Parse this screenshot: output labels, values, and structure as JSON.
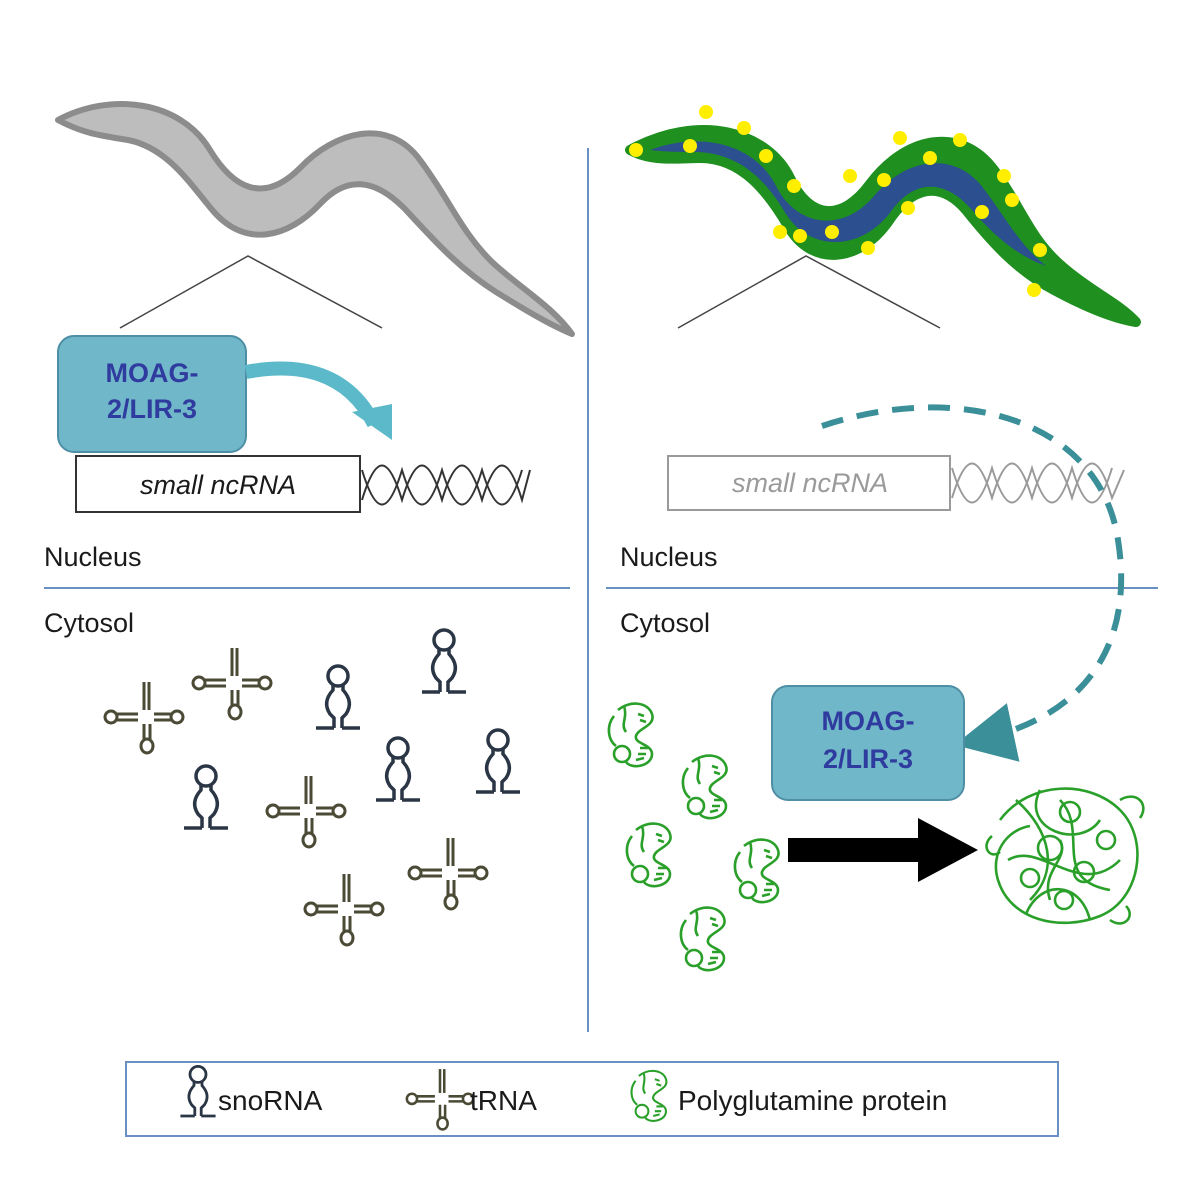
{
  "left_panel": {
    "protein_label_line1": "MOAG-",
    "protein_label_line2": "2/LIR-3",
    "gene_label": "small ncRNA",
    "nucleus_label": "Nucleus",
    "cytosol_label": "Cytosol"
  },
  "right_panel": {
    "protein_label_line1": "MOAG-",
    "protein_label_line2": "2/LIR-3",
    "gene_label": "small ncRNA",
    "nucleus_label": "Nucleus",
    "cytosol_label": "Cytosol"
  },
  "legend": {
    "item_1": "snoRNA",
    "item_2": "tRNA",
    "item_3": "Polyglutamine protein"
  },
  "colors": {
    "worm_left": "#bdbdbd",
    "worm_right_outer": "#1f8f1f",
    "worm_right_inner": "#2b4f8f",
    "worm_spots": "#ffee00",
    "protein_box": "#6fb7c9",
    "divider": "#6a8fc2",
    "dashed_arrow": "#3a8f99",
    "polyq": "#2aa02a"
  }
}
